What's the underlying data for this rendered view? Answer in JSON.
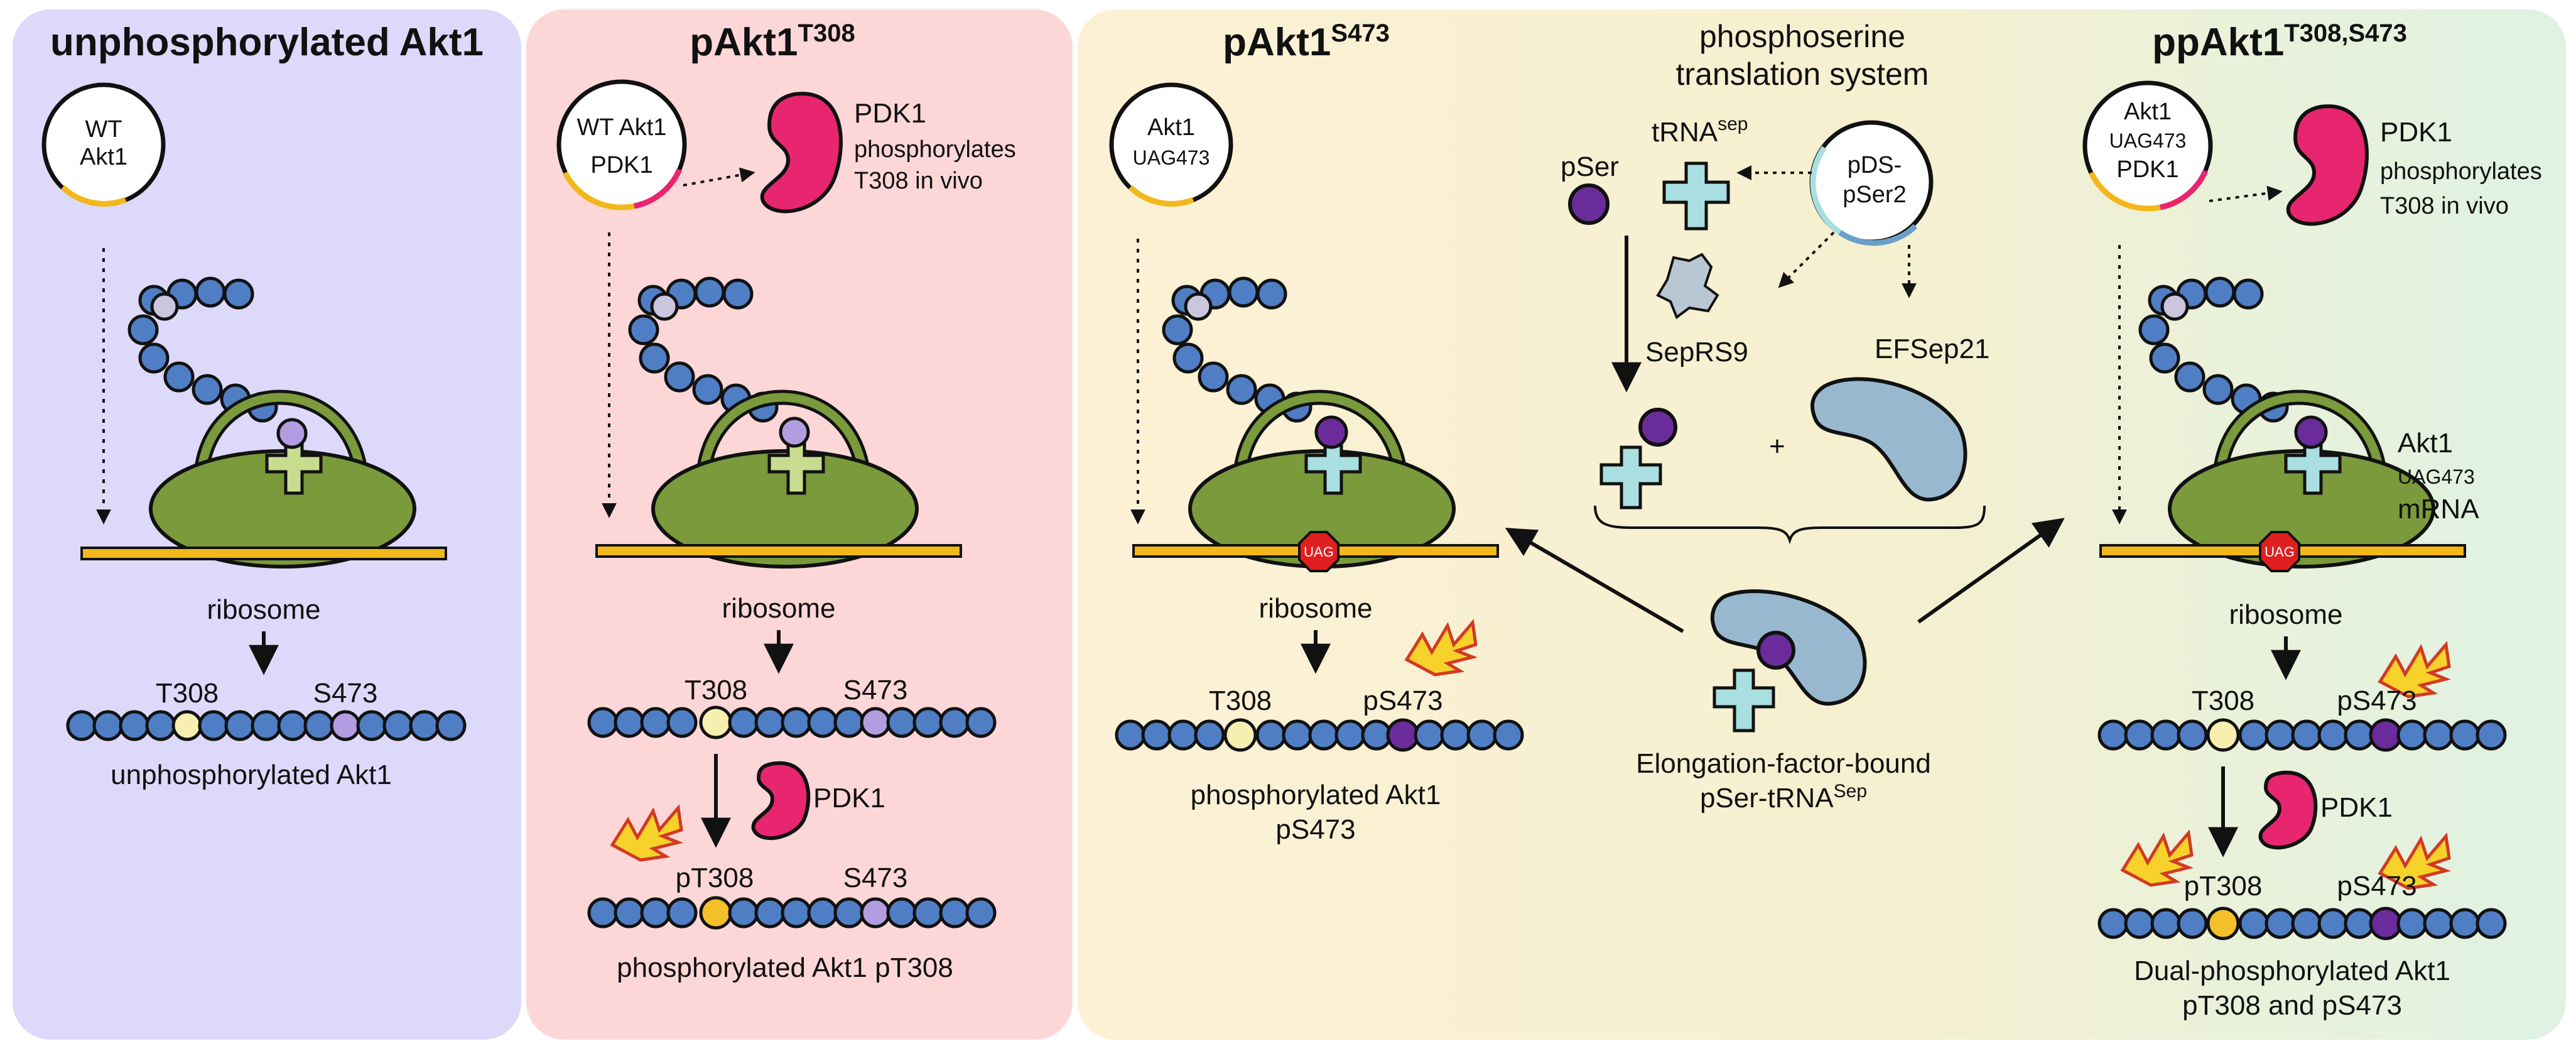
{
  "colors": {
    "panel_unphos": "#ddd9fb",
    "panel_t308": "#fdd7d8",
    "panel_s473_start": "#fdf1d5",
    "panel_s473_end": "#dff2e3",
    "ribosome": "#7a9a3c",
    "mrna": "#f2b81b",
    "bead": "#4f7ec5",
    "pdk1": "#e8256f",
    "pser": "#6a2c9a",
    "trna_light": "#c8dc8f",
    "trna_cyan": "#a9dfe0",
    "ef": "#98b8d0",
    "t308": "#f6efb0",
    "pt308": "#f4c02a",
    "s473": "#b39de0",
    "uag_stop": "#e02020"
  },
  "panels": [
    {
      "title": "unphosphorylated Akt1",
      "title_sup": "",
      "plasmid_lines": [
        "WT",
        "Akt1"
      ],
      "ribosome_label": "ribosome",
      "protein_labels": [
        "T308",
        "S473"
      ],
      "caption_lines": [
        "unphosphorylated Akt1"
      ]
    },
    {
      "title": "pAkt1",
      "title_sup": "T308",
      "plasmid_lines": [
        "WT Akt1",
        "PDK1"
      ],
      "pdk1_label": "PDK1",
      "pdk1_note": [
        "phosphorylates",
        "T308 in vivo"
      ],
      "ribosome_label": "ribosome",
      "protein_labels": [
        "T308",
        "S473"
      ],
      "kinase_label": "PDK1",
      "protein2_labels": [
        "pT308",
        "S473"
      ],
      "caption_lines": [
        "phosphorylated Akt1 pT308"
      ]
    },
    {
      "title": "pAkt1",
      "title_sup": "S473",
      "plasmid_lines": [
        "Akt1",
        "UAG473"
      ],
      "uag": "UAG",
      "ribosome_label": "ribosome",
      "protein_labels": [
        "T308",
        "pS473"
      ],
      "caption_lines": [
        "phosphorylated Akt1",
        "pS473"
      ]
    },
    {
      "title": "ppAkt1",
      "title_sup": "T308,S473",
      "plasmid_lines": [
        "Akt1",
        "UAG473",
        "PDK1"
      ],
      "pdk1_label": "PDK1",
      "pdk1_note": [
        "phosphorylates",
        "T308 in vivo"
      ],
      "mrna_label": [
        "Akt1",
        "UAG473",
        "mRNA"
      ],
      "uag": "UAG",
      "ribosome_label": "ribosome",
      "protein_labels": [
        "T308",
        "pS473"
      ],
      "kinase_label": "PDK1",
      "protein2_labels": [
        "pT308",
        "pS473"
      ],
      "caption_lines": [
        "Dual-phosphorylated Akt1",
        "pT308 and pS473"
      ]
    }
  ],
  "pst": {
    "title_lines": [
      "phosphoserine",
      "translation system"
    ],
    "pser_label": "pSer",
    "trna_label": "tRNA",
    "trna_sup": "sep",
    "plasmid_lines": [
      "pDS-",
      "pSer2"
    ],
    "seprs_label": "SepRS9",
    "ef_label": "EFSep21",
    "plus": "+",
    "complex_caption_line1": "Elongation-factor-bound",
    "complex_caption_line2": "pSer-tRNA",
    "complex_caption_sup": "Sep"
  }
}
